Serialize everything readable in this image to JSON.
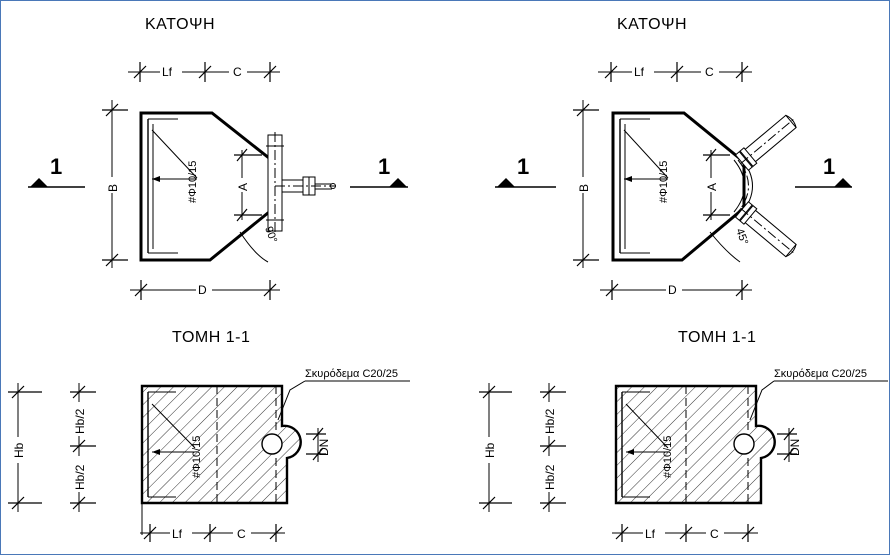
{
  "colors": {
    "line": "#000000",
    "frame": "#4a78b8",
    "background": "#ffffff"
  },
  "left": {
    "plan_title": "ΚΑΤΟΨΗ",
    "section_title": "ΤΟΜΗ 1-1",
    "section_marker_left": "1",
    "section_marker_right": "1",
    "rebar_plan": "#Φ10/15",
    "rebar_section": "#Φ10/15",
    "dim_lf_plan": "Lf",
    "dim_c_plan": "C",
    "dim_b": "B",
    "dim_a": "A",
    "dim_d": "D",
    "angle": "90°",
    "concrete": "Σκυρόδεμα C20/25",
    "dim_hb": "Hb",
    "dim_hb2_top": "Hb/2",
    "dim_hb2_bottom": "Hb/2",
    "dim_dn": "DN",
    "dim_lf_sec": "Lf",
    "dim_c_sec": "C"
  },
  "right": {
    "plan_title": "ΚΑΤΟΨΗ",
    "section_title": "ΤΟΜΗ 1-1",
    "section_marker_left": "1",
    "section_marker_right": "1",
    "rebar_plan": "#Φ10/15",
    "rebar_section": "#Φ10/15",
    "dim_lf_plan": "Lf",
    "dim_c_plan": "C",
    "dim_b": "B",
    "dim_a": "A",
    "dim_d": "D",
    "angle": "45°",
    "concrete": "Σκυρόδεμα C20/25",
    "dim_hb": "Hb",
    "dim_hb2_top": "Hb/2",
    "dim_hb2_bottom": "Hb/2",
    "dim_dn": "DN",
    "dim_lf_sec": "Lf",
    "dim_c_sec": "C"
  }
}
